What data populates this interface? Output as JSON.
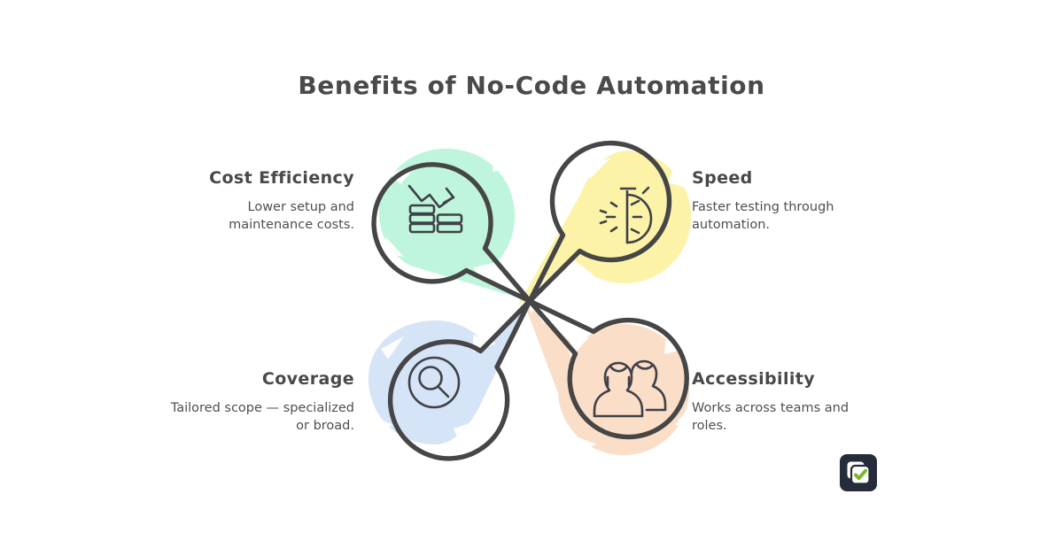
{
  "title": "Benefits of No-Code Automation",
  "background_color": "#ffffff",
  "text_color": "#4a4a4a",
  "outline_color": "#464646",
  "petals": [
    {
      "id": "cost-efficiency",
      "heading": "Cost Efficiency",
      "description": "Lower setup and maintenance costs.",
      "color": "#bff5dc",
      "icon": "coins-declining-arrow-icon",
      "position": "top-left"
    },
    {
      "id": "speed",
      "heading": "Speed",
      "description": "Faster testing through automation.",
      "color": "#fcf3a8",
      "icon": "stopwatch-speed-icon",
      "position": "top-right"
    },
    {
      "id": "coverage",
      "heading": "Coverage",
      "description": "Tailored scope — specialized or broad.",
      "color": "#d6e4f7",
      "icon": "magnifier-circle-icon",
      "position": "bottom-left"
    },
    {
      "id": "accessibility",
      "heading": "Accessibility",
      "description": "Works across teams and roles.",
      "color": "#fadec8",
      "icon": "people-group-icon",
      "position": "bottom-right"
    }
  ],
  "logo": {
    "name": "stacked-cards-check-logo",
    "background_color": "#252c3a",
    "card_color": "#ffffff",
    "check_color": "#7cb82f"
  }
}
